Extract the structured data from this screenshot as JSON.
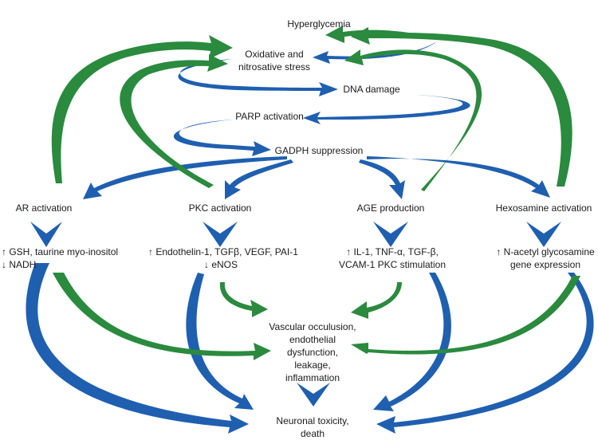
{
  "colors": {
    "blue_arrow": "#1f5fb0",
    "green_arrow": "#2a8a3e",
    "text": "#1a1a1a"
  },
  "nodes": {
    "hyperglycemia": "Hyperglycemia",
    "oxidative_stress": [
      "Oxidative and",
      "nitrosative stress"
    ],
    "dna_damage": "DNA damage",
    "parp_activation": "PARP activation",
    "gadph_suppression": "GADPH suppression",
    "ar_activation": "AR activation",
    "pkc_activation": "PKC activation",
    "age_production": "AGE production",
    "hexosamine_activation": "Hexosamine activation",
    "ar_effects": [
      "↑ GSH, taurine myo-inositol",
      "↓ NADH"
    ],
    "pkc_effects": [
      "↑ Endothelin-1, TGFβ, VEGF, PAI-1",
      "↓ eNOS"
    ],
    "age_effects": [
      "↑ IL-1, TNF-α, TGF-β,",
      "VCAM-1 PKC stimulation"
    ],
    "hexosamine_effects": [
      "↑ N-acetyl glycosamine",
      "gene expression"
    ],
    "vascular": [
      "Vascular occulusion,",
      "endothelial",
      "dysfunction,",
      "leakage,",
      "inflammation"
    ],
    "neuronal": [
      "Neuronal toxicity,",
      "death"
    ]
  }
}
